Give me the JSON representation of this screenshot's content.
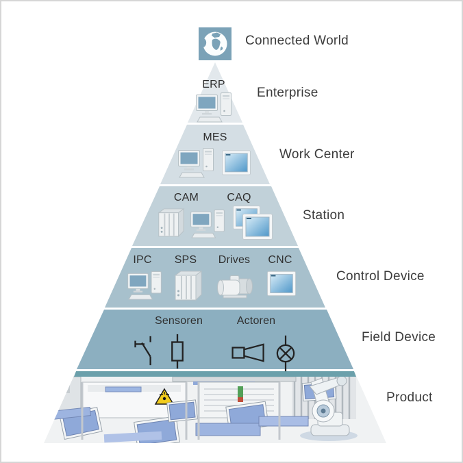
{
  "diagram": {
    "title": "Connected World",
    "levels": [
      {
        "label": "Enterprise",
        "tags": [
          "ERP"
        ]
      },
      {
        "label": "Work Center",
        "tags": [
          "MES"
        ]
      },
      {
        "label": "Station",
        "tags": [
          "CAM",
          "CAQ"
        ]
      },
      {
        "label": "Control Device",
        "tags": [
          "IPC",
          "SPS",
          "Drives",
          "CNC"
        ]
      },
      {
        "label": "Field Device",
        "tags": [
          "Sensoren",
          "Actoren"
        ]
      },
      {
        "label": "Product",
        "tags": []
      }
    ]
  },
  "colors": {
    "band_enterprise": "#e2e8ec",
    "band_work_center": "#d4dee4",
    "band_station": "#c1d1d9",
    "band_control_device": "#a7c0cc",
    "band_field_device": "#8cafc0",
    "globe_tile": "#7ba2b7",
    "factory_roof": "#6ba0ab",
    "screen_blue": "#7fa6bf",
    "panel_screen_top": "#cfe7f4",
    "panel_screen_bottom": "#4f97c9",
    "warning_yellow": "#f2cc1d",
    "label_text": "#3b3b3b"
  }
}
